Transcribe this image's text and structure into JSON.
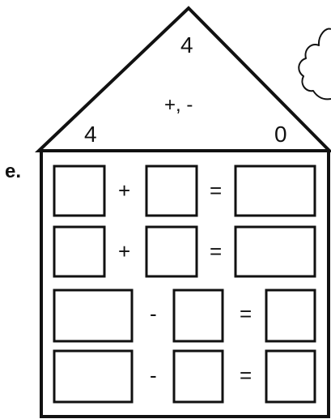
{
  "house": {
    "roof_top_number": "4",
    "roof_left_number": "4",
    "roof_right_number": "0",
    "operations": "+, -",
    "exercise_letter": "e."
  },
  "rows": [
    {
      "operator": "+",
      "equals": "="
    },
    {
      "operator": "+",
      "equals": "="
    },
    {
      "operator": "-",
      "equals": "="
    },
    {
      "operator": "-",
      "equals": "="
    }
  ],
  "colors": {
    "ink": "#111111",
    "paper": "#ffffff"
  }
}
